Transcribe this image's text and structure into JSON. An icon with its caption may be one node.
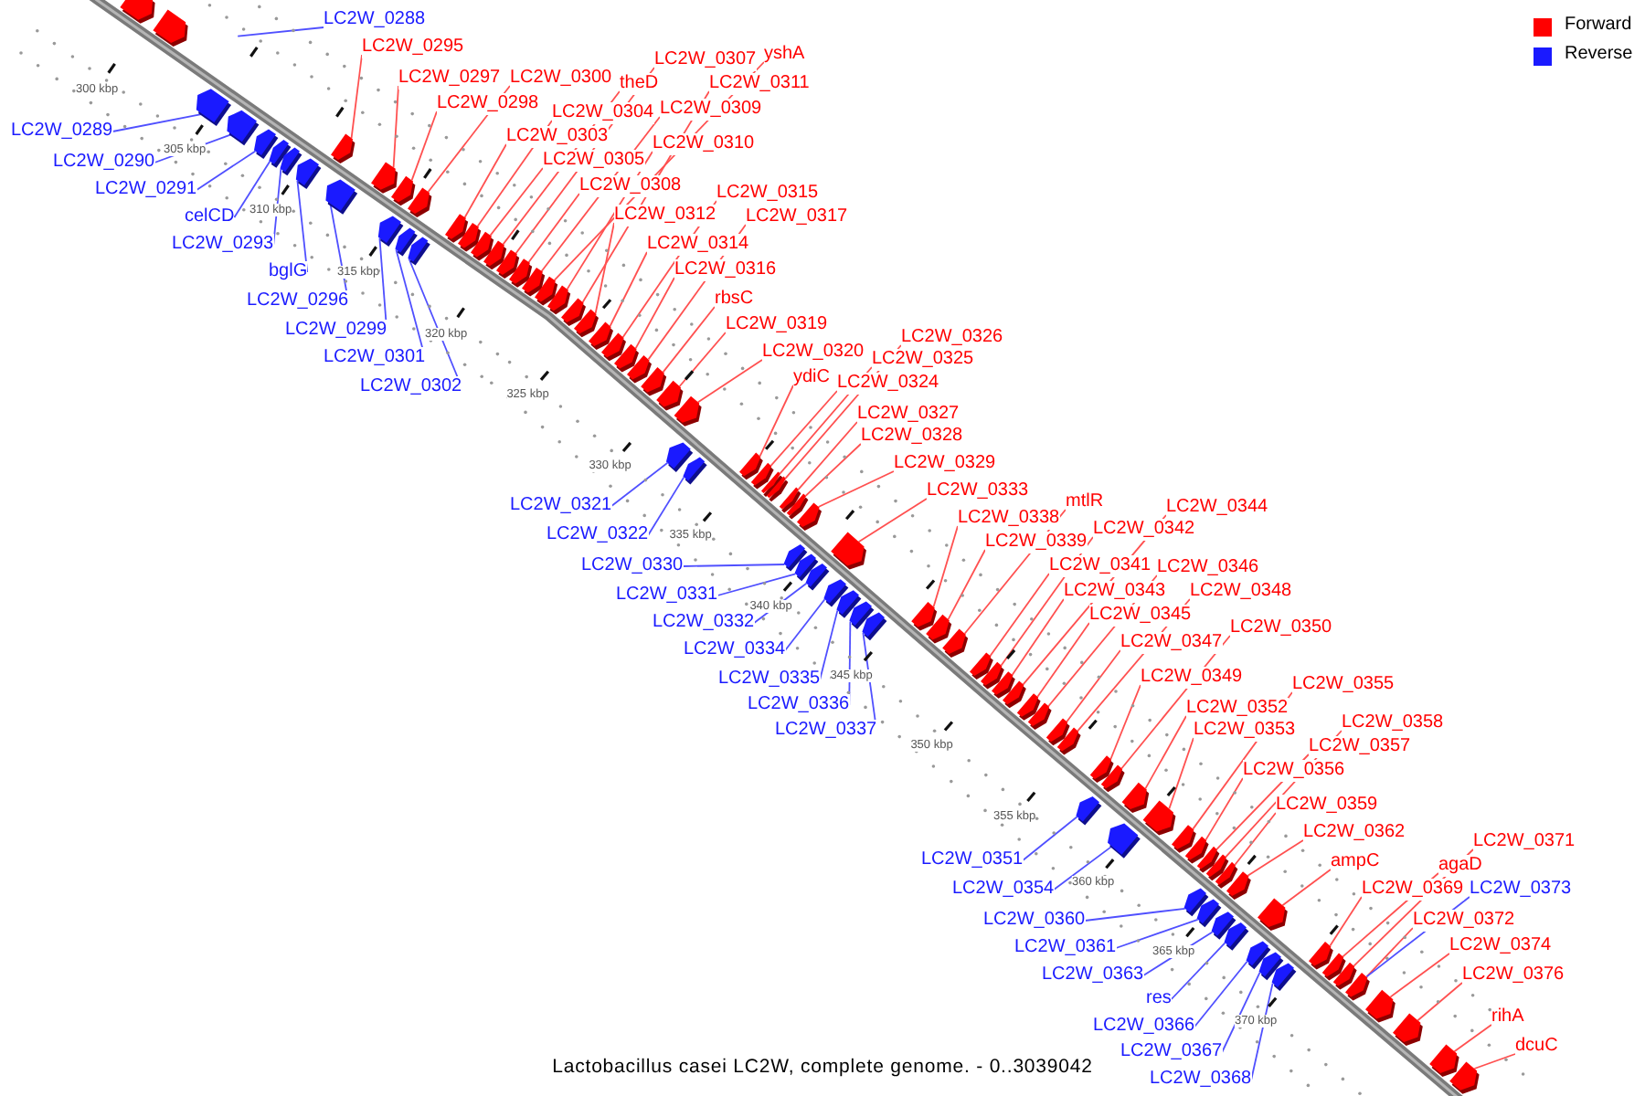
{
  "diagram": {
    "caption": "Lactobacillus casei LC2W, complete genome. - 0..3039042",
    "nodes": [
      {
        "text": [
          "LC2W_0288"
        ]
      },
      {
        "text": [
          "LC2W_0289"
        ]
      },
      {
        "text": [
          "LC2W_0290"
        ]
      },
      {
        "text": [
          "LC2W_0291"
        ]
      },
      {
        "text": [
          "celCD"
        ]
      },
      {
        "text": [
          "LC2W_0293"
        ]
      },
      {
        "text": [
          "LC2W_0295"
        ]
      },
      {
        "text": [
          "bglG"
        ]
      },
      {
        "text": [
          "LC2W_0296"
        ]
      },
      {
        "text": [
          "LC2W_0297"
        ]
      },
      {
        "text": [
          "LC2W_0298"
        ]
      },
      {
        "text": [
          "LC2W_0299"
        ]
      },
      {
        "text": [
          "LC2W_0300"
        ]
      },
      {
        "text": [
          "LC2W_0301"
        ]
      },
      {
        "text": [
          "LC2W_0302"
        ]
      },
      {
        "text": [
          "LC2W_0303"
        ]
      },
      {
        "text": [
          "LC2W_0304"
        ]
      },
      {
        "text": [
          "LC2W_0305"
        ]
      },
      {
        "text": [
          "theD"
        ]
      },
      {
        "text": [
          "LC2W_0307"
        ]
      },
      {
        "text": [
          "LC2W_0308"
        ]
      },
      {
        "text": [
          "LC2W_0309"
        ]
      },
      {
        "text": [
          "yshA"
        ]
      },
      {
        "text": [
          "LC2W_0310"
        ]
      },
      {
        "text": [
          "LC2W_0311"
        ]
      },
      {
        "text": [
          "LC2W_0312"
        ]
      },
      {
        "text": [
          "LC2W_0314"
        ]
      },
      {
        "text": [
          "LC2W_0315"
        ]
      },
      {
        "text": [
          "LC2W_0316"
        ]
      },
      {
        "text": [
          "LC2W_0317"
        ]
      },
      {
        "text": [
          "rbsC"
        ]
      },
      {
        "text": [
          "LC2W_0319"
        ]
      },
      {
        "text": [
          "LC2W_0320"
        ]
      },
      {
        "text": [
          "LC2W_0321"
        ]
      },
      {
        "text": [
          "LC2W_0322"
        ]
      },
      {
        "text": [
          "ydiC"
        ]
      },
      {
        "text": [
          "LC2W_0324"
        ]
      },
      {
        "text": [
          "LC2W_0325"
        ]
      },
      {
        "text": [
          "LC2W_0326"
        ]
      },
      {
        "text": [
          "LC2W_0327"
        ]
      },
      {
        "text": [
          "LC2W_0328"
        ]
      },
      {
        "text": [
          "LC2W_0329"
        ]
      },
      {
        "text": [
          "LC2W_0330"
        ]
      },
      {
        "text": [
          "LC2W_0331"
        ]
      },
      {
        "text": [
          "LC2W_0332"
        ]
      },
      {
        "text": [
          "LC2W_0333"
        ]
      },
      {
        "text": [
          "LC2W_0334"
        ]
      },
      {
        "text": [
          "LC2W_0335"
        ]
      },
      {
        "text": [
          "LC2W_0336"
        ]
      },
      {
        "text": [
          "LC2W_0337"
        ]
      },
      {
        "text": [
          "LC2W_0338"
        ]
      },
      {
        "text": [
          "LC2W_0339"
        ]
      },
      {
        "text": [
          "mtlR"
        ]
      },
      {
        "text": [
          "LC2W_0341"
        ]
      },
      {
        "text": [
          "LC2W_0342"
        ]
      },
      {
        "text": [
          "LC2W_0343"
        ]
      },
      {
        "text": [
          "LC2W_0344"
        ]
      },
      {
        "text": [
          "LC2W_0345"
        ]
      },
      {
        "text": [
          "LC2W_0346"
        ]
      },
      {
        "text": [
          "LC2W_0347"
        ]
      },
      {
        "text": [
          "LC2W_0348"
        ]
      },
      {
        "text": [
          "LC2W_0349"
        ]
      },
      {
        "text": [
          "LC2W_0350"
        ]
      },
      {
        "text": [
          "LC2W_0351"
        ]
      },
      {
        "text": [
          "LC2W_0352"
        ]
      },
      {
        "text": [
          "LC2W_0353"
        ]
      },
      {
        "text": [
          "LC2W_0354"
        ]
      },
      {
        "text": [
          "LC2W_0355"
        ]
      },
      {
        "text": [
          "LC2W_0356"
        ]
      },
      {
        "text": [
          "LC2W_0357"
        ]
      },
      {
        "text": [
          "LC2W_0358"
        ]
      },
      {
        "text": [
          "LC2W_0359"
        ]
      },
      {
        "text": [
          "LC2W_0360"
        ]
      },
      {
        "text": [
          "LC2W_0361"
        ]
      },
      {
        "text": [
          "LC2W_0362"
        ]
      },
      {
        "text": [
          "LC2W_0363"
        ]
      },
      {
        "text": [
          "res"
        ]
      },
      {
        "text": [
          "LC2W_0366"
        ]
      },
      {
        "text": [
          "LC2W_0367"
        ]
      },
      {
        "text": [
          "LC2W_0368"
        ]
      },
      {
        "text": [
          "ampC"
        ]
      },
      {
        "text": [
          "LC2W_0369"
        ]
      },
      {
        "text": [
          "agaD"
        ]
      },
      {
        "text": [
          "LC2W_0371"
        ]
      },
      {
        "text": [
          "LC2W_0372"
        ]
      },
      {
        "text": [
          "LC2W_0373"
        ]
      },
      {
        "text": [
          "LC2W_0374"
        ]
      },
      {
        "text": [
          "LC2W_0376"
        ]
      },
      {
        "text": [
          "rihA"
        ]
      },
      {
        "text": [
          "dcuC"
        ]
      },
      {
        "text": [],
        "shape": "arrow"
      },
      {
        "text": [],
        "shape": "arrow"
      },
      {
        "text": [],
        "shape": "arrow"
      },
      {
        "text": [],
        "shape": "arrow"
      },
      {
        "text": [],
        "shape": "arrow"
      },
      {
        "text": [],
        "shape": "arrow"
      },
      {
        "text": [],
        "shape": "arrow"
      },
      {
        "text": [],
        "shape": "arrow"
      },
      {
        "text": [],
        "shape": "arrow"
      },
      {
        "text": [],
        "shape": "arrow"
      },
      {
        "text": [],
        "shape": "arrow"
      },
      {
        "text": [],
        "shape": "arrow"
      },
      {
        "text": [],
        "shape": "arrow"
      },
      {
        "text": [],
        "shape": "arrow"
      },
      {
        "text": [],
        "shape": "arrow"
      },
      {
        "text": [],
        "shape": "arrow"
      },
      {
        "text": [],
        "shape": "arrow"
      },
      {
        "text": [],
        "shape": "arrow"
      },
      {
        "text": [],
        "shape": "arrow"
      },
      {
        "text": [],
        "shape": "arrow"
      },
      {
        "text": [],
        "shape": "arrow"
      },
      {
        "text": [],
        "shape": "arrow"
      },
      {
        "text": [],
        "shape": "arrow"
      },
      {
        "text": [],
        "shape": "arrow"
      },
      {
        "text": [],
        "shape": "arrow"
      },
      {
        "text": [],
        "shape": "arrow"
      },
      {
        "text": [],
        "shape": "arrow"
      },
      {
        "text": [],
        "shape": "arrow"
      },
      {
        "text": [],
        "shape": "arrow"
      },
      {
        "text": [],
        "shape": "arrow"
      },
      {
        "text": [],
        "shape": "arrow"
      },
      {
        "text": [],
        "shape": "arrow"
      },
      {
        "text": [],
        "shape": "arrow"
      },
      {
        "text": [],
        "shape": "arrow"
      },
      {
        "text": [],
        "shape": "arrow"
      },
      {
        "text": [],
        "shape": "arrow"
      },
      {
        "text": [],
        "shape": "arrow"
      },
      {
        "text": [],
        "shape": "arrow"
      },
      {
        "text": [],
        "shape": "arrow"
      },
      {
        "text": [],
        "shape": "arrow"
      },
      {
        "text": [],
        "shape": "arrow"
      },
      {
        "text": [],
        "shape": "arrow"
      },
      {
        "text": [],
        "shape": "arrow"
      },
      {
        "text": [],
        "shape": "arrow"
      },
      {
        "text": [],
        "shape": "arrow"
      },
      {
        "text": [],
        "shape": "arrow"
      },
      {
        "text": [],
        "shape": "arrow"
      },
      {
        "text": [],
        "shape": "arrow"
      },
      {
        "text": [],
        "shape": "arrow"
      },
      {
        "text": [],
        "shape": "arrow"
      },
      {
        "text": [],
        "shape": "arrow"
      },
      {
        "text": [],
        "shape": "arrow"
      },
      {
        "text": [],
        "shape": "arrow"
      },
      {
        "text": [],
        "shape": "arrow"
      },
      {
        "text": [],
        "shape": "arrow"
      },
      {
        "text": [],
        "shape": "arrow"
      },
      {
        "text": [],
        "shape": "arrow"
      },
      {
        "text": [],
        "shape": "arrow"
      },
      {
        "text": [],
        "shape": "arrow"
      },
      {
        "text": [],
        "shape": "arrow"
      },
      {
        "text": [],
        "shape": "arrow"
      },
      {
        "text": [],
        "shape": "arrow"
      },
      {
        "text": [],
        "shape": "arrow"
      },
      {
        "text": [],
        "shape": "arrow"
      },
      {
        "text": [],
        "shape": "arrow"
      },
      {
        "text": [],
        "shape": "arrow"
      },
      {
        "text": [],
        "shape": "arrow"
      },
      {
        "text": [],
        "shape": "arrow"
      },
      {
        "text": [],
        "shape": "arrow"
      },
      {
        "text": [],
        "shape": "arrow"
      },
      {
        "text": [],
        "shape": "arrow"
      },
      {
        "text": [],
        "shape": "arrow"
      },
      {
        "text": [],
        "shape": "arrow"
      },
      {
        "text": [],
        "shape": "arrow"
      },
      {
        "text": [],
        "shape": "arrow"
      },
      {
        "text": [],
        "shape": "arrow"
      },
      {
        "text": [],
        "shape": "arrow"
      },
      {
        "text": [],
        "shape": "arrow"
      },
      {
        "text": [],
        "shape": "arrow"
      },
      {
        "text": [],
        "shape": "arrow"
      },
      {
        "text": [],
        "shape": "arrow"
      },
      {
        "text": [],
        "shape": "arrow"
      },
      {
        "text": [],
        "shape": "arrow"
      },
      {
        "text": [],
        "shape": "arrow"
      },
      {
        "text": [],
        "shape": "arrow"
      },
      {
        "text": [],
        "shape": "arrow"
      },
      {
        "text": [],
        "shape": "arrow"
      },
      {
        "text": [],
        "shape": "arrow"
      },
      {
        "text": [],
        "shape": "arrow"
      },
      {
        "text": [],
        "shape": "arrow"
      }
    ],
    "edges": [
      {
        "from": 0,
        "to": null,
        "arrow": "none",
        "color": "#5050ff"
      },
      {
        "from": 1,
        "to": 92,
        "arrow": "none",
        "color": "#5050ff"
      },
      {
        "from": 2,
        "to": 93,
        "arrow": "none",
        "color": "#5050ff"
      },
      {
        "from": 3,
        "to": 94,
        "arrow": "none",
        "color": "#5050ff"
      },
      {
        "from": 4,
        "to": 95,
        "arrow": "none",
        "color": "#5050ff"
      },
      {
        "from": 5,
        "to": 96,
        "arrow": "none",
        "color": "#5050ff"
      },
      {
        "from": 6,
        "to": 97,
        "arrow": "none"
      },
      {
        "from": 7,
        "to": 98,
        "arrow": "none",
        "color": "#5050ff"
      },
      {
        "from": 8,
        "to": 99,
        "arrow": "none",
        "color": "#5050ff"
      },
      {
        "from": 9,
        "to": 100,
        "arrow": "none"
      },
      {
        "from": 10,
        "to": 101,
        "arrow": "none"
      },
      {
        "from": 11,
        "to": 102,
        "arrow": "none",
        "color": "#5050ff"
      },
      {
        "from": 12,
        "to": 103,
        "arrow": "none"
      },
      {
        "from": 13,
        "to": 104,
        "arrow": "none",
        "color": "#5050ff"
      },
      {
        "from": 14,
        "to": 105,
        "arrow": "none",
        "color": "#5050ff"
      },
      {
        "from": 15,
        "to": 106,
        "arrow": "none"
      },
      {
        "from": 16,
        "to": 107,
        "arrow": "none"
      },
      {
        "from": 17,
        "to": 108,
        "arrow": "none"
      },
      {
        "from": 18,
        "to": 109,
        "arrow": "none"
      },
      {
        "from": 19,
        "to": 110,
        "arrow": "none"
      },
      {
        "from": 20,
        "to": 111,
        "arrow": "none"
      },
      {
        "from": 21,
        "to": 112,
        "arrow": "none"
      },
      {
        "from": 22,
        "to": 113,
        "arrow": "none"
      },
      {
        "from": 23,
        "to": 114,
        "arrow": "none"
      },
      {
        "from": 24,
        "to": 115,
        "arrow": "none"
      },
      {
        "from": 25,
        "to": 116,
        "arrow": "none"
      },
      {
        "from": 26,
        "to": 117,
        "arrow": "none"
      },
      {
        "from": 27,
        "to": 118,
        "arrow": "none"
      },
      {
        "from": 28,
        "to": 119,
        "arrow": "none"
      },
      {
        "from": 29,
        "to": 120,
        "arrow": "none"
      },
      {
        "from": 30,
        "to": 121,
        "arrow": "none"
      },
      {
        "from": 31,
        "to": 122,
        "arrow": "none"
      },
      {
        "from": 32,
        "to": 123,
        "arrow": "none"
      },
      {
        "from": 33,
        "to": 124,
        "arrow": "none",
        "color": "#5050ff"
      },
      {
        "from": 34,
        "to": 125,
        "arrow": "none",
        "color": "#5050ff"
      },
      {
        "from": 35,
        "to": 126,
        "arrow": "none"
      },
      {
        "from": 36,
        "to": 127,
        "arrow": "none"
      },
      {
        "from": 37,
        "to": 128,
        "arrow": "none"
      },
      {
        "from": 38,
        "to": 129,
        "arrow": "none"
      },
      {
        "from": 39,
        "to": 130,
        "arrow": "none"
      },
      {
        "from": 40,
        "to": 131,
        "arrow": "none"
      },
      {
        "from": 41,
        "to": 132,
        "arrow": "none"
      },
      {
        "from": 42,
        "to": 133,
        "arrow": "none",
        "color": "#5050ff"
      },
      {
        "from": 43,
        "to": 134,
        "arrow": "none",
        "color": "#5050ff"
      },
      {
        "from": 44,
        "to": 135,
        "arrow": "none",
        "color": "#5050ff"
      },
      {
        "from": 45,
        "to": 136,
        "arrow": "none"
      },
      {
        "from": 46,
        "to": 137,
        "arrow": "none",
        "color": "#5050ff"
      },
      {
        "from": 47,
        "to": 138,
        "arrow": "none",
        "color": "#5050ff"
      },
      {
        "from": 48,
        "to": 139,
        "arrow": "none",
        "color": "#5050ff"
      },
      {
        "from": 49,
        "to": 140,
        "arrow": "none",
        "color": "#5050ff"
      },
      {
        "from": 50,
        "to": 141,
        "arrow": "none"
      },
      {
        "from": 51,
        "to": 142,
        "arrow": "none"
      },
      {
        "from": 52,
        "to": 143,
        "arrow": "none"
      },
      {
        "from": 53,
        "to": 144,
        "arrow": "none"
      },
      {
        "from": 54,
        "to": 145,
        "arrow": "none"
      },
      {
        "from": 55,
        "to": 146,
        "arrow": "none"
      },
      {
        "from": 56,
        "to": 147,
        "arrow": "none"
      },
      {
        "from": 57,
        "to": 148,
        "arrow": "none"
      },
      {
        "from": 58,
        "to": 149,
        "arrow": "none"
      },
      {
        "from": 59,
        "to": 150,
        "arrow": "none"
      },
      {
        "from": 60,
        "to": 151,
        "arrow": "none"
      },
      {
        "from": 61,
        "to": 152,
        "arrow": "none"
      },
      {
        "from": 62,
        "to": 153,
        "arrow": "none"
      },
      {
        "from": 63,
        "to": 154,
        "arrow": "none",
        "color": "#5050ff"
      },
      {
        "from": 64,
        "to": 155,
        "arrow": "none"
      },
      {
        "from": 65,
        "to": 156,
        "arrow": "none"
      },
      {
        "from": 66,
        "to": 157,
        "arrow": "none",
        "color": "#5050ff"
      },
      {
        "from": 67,
        "to": 158,
        "arrow": "none"
      },
      {
        "from": 68,
        "to": 159,
        "arrow": "none"
      },
      {
        "from": 69,
        "to": 160,
        "arrow": "none"
      },
      {
        "from": 70,
        "to": 161,
        "arrow": "none"
      },
      {
        "from": 71,
        "to": 162,
        "arrow": "none"
      },
      {
        "from": 72,
        "to": 163,
        "arrow": "none",
        "color": "#5050ff"
      },
      {
        "from": 73,
        "to": 164,
        "arrow": "none",
        "color": "#5050ff"
      },
      {
        "from": 74,
        "to": 165,
        "arrow": "none"
      },
      {
        "from": 75,
        "to": 166,
        "arrow": "none",
        "color": "#5050ff"
      },
      {
        "from": 76,
        "to": 167,
        "arrow": "none",
        "color": "#5050ff"
      },
      {
        "from": 77,
        "to": 168,
        "arrow": "none",
        "color": "#5050ff"
      },
      {
        "from": 78,
        "to": 169,
        "arrow": "none",
        "color": "#5050ff"
      },
      {
        "from": 79,
        "to": 170,
        "arrow": "none",
        "color": "#5050ff"
      },
      {
        "from": 80,
        "to": 171,
        "arrow": "none"
      },
      {
        "from": 81,
        "to": 172,
        "arrow": "none"
      },
      {
        "from": 82,
        "to": 173,
        "arrow": "none"
      },
      {
        "from": 83,
        "to": 174,
        "arrow": "none"
      },
      {
        "from": 84,
        "to": 175,
        "arrow": "none"
      },
      {
        "from": 85,
        "to": 175,
        "arrow": "none",
        "color": "#5050ff"
      },
      {
        "from": 86,
        "to": 176,
        "arrow": "none"
      },
      {
        "from": 87,
        "to": 177,
        "arrow": "none"
      },
      {
        "from": 88,
        "to": 178,
        "arrow": "none"
      },
      {
        "from": 89,
        "to": 179,
        "arrow": "none"
      }
    ],
    "labels": [
      "300 kbp",
      "305 kbp",
      "310 kbp",
      "315 kbp",
      "320 kbp",
      "325 kbp",
      "330 kbp",
      "335 kbp",
      "340 kbp",
      "345 kbp",
      "350 kbp",
      "355 kbp",
      "360 kbp",
      "365 kbp",
      "370 kbp"
    ],
    "legend": [
      {
        "text": "Forward",
        "color": "#ff0000"
      },
      {
        "text": "Reverse",
        "color": "#1a1aff"
      }
    ]
  }
}
